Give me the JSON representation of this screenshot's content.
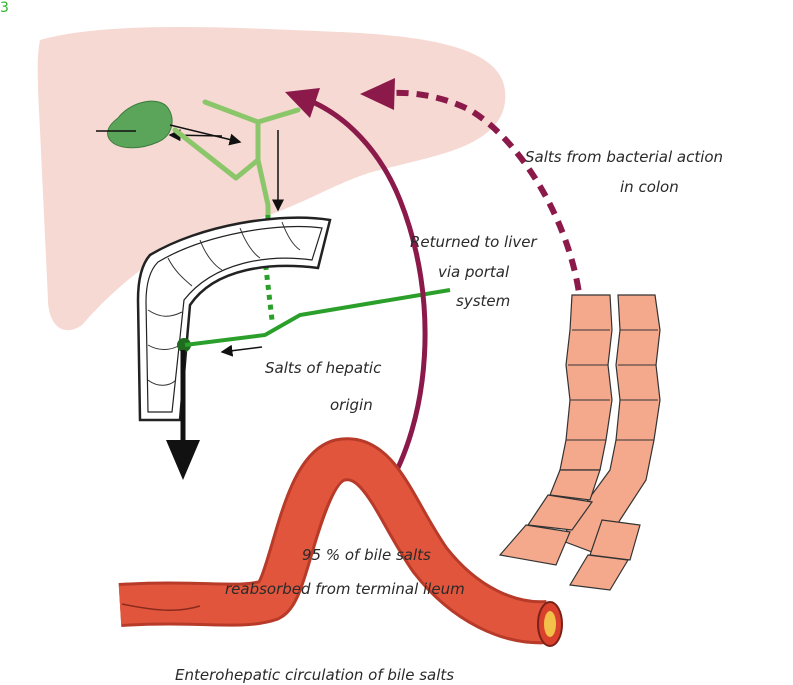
{
  "corner_mark": "3",
  "labels": {
    "bacterial_line1": "Salts from bacterial action",
    "bacterial_line2": "in colon",
    "returned_line1": "Returned to liver",
    "returned_line2": "via portal",
    "returned_line3": "system",
    "hepatic_line1": "Salts of hepatic",
    "hepatic_line2": "origin",
    "reabsorbed_line1": "95 % of bile salts",
    "reabsorbed_line2": "reabsorbed from terminal ileum",
    "caption": "Enterohepatic circulation of bile salts"
  },
  "colors": {
    "liver": "#f5d9d2",
    "gallbladder": "#5aa55a",
    "bile_duct": "#8cc66a",
    "portal_vein": "#2aa02a",
    "return_arrow": "#8b1a4a",
    "ileum": "#e2553d",
    "colon": "#f5a98c"
  }
}
